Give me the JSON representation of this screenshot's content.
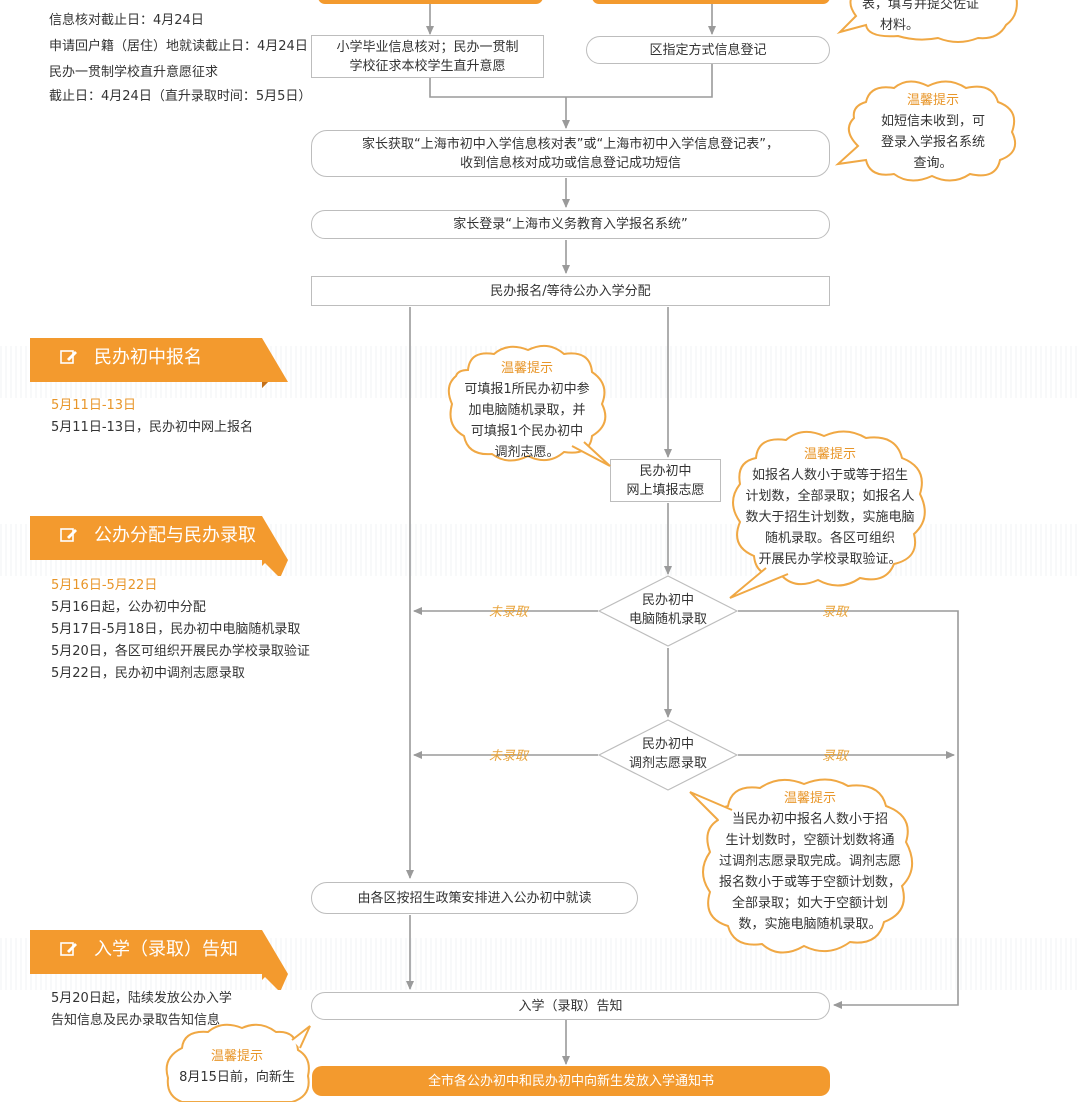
{
  "colors": {
    "accent": "#f39a2e",
    "line": "#9a9a9a",
    "date": "#e8962a"
  },
  "left_top": {
    "lines": [
      "信息核对截止日：4月24日",
      "申请回户籍（居住）地就读截止日：4月24日",
      "民办一贯制学校直升意愿征求",
      "截止日：4月24日（直升录取时间：5月5日）"
    ]
  },
  "sections": [
    {
      "title": "民办初中报名",
      "icon": "edit-icon",
      "date": "5月11日-13日",
      "lines": [
        "5月11日-13日，民办初中网上报名"
      ]
    },
    {
      "title": "公办分配与民办录取",
      "icon": "edit-icon",
      "date": "5月16日-5月22日",
      "lines": [
        "5月16日起，公办初中分配",
        "5月17日-5月18日，民办初中电脑随机录取",
        "5月20日，各区可组织开展民办学校录取验证",
        "5月22日，民办初中调剂志愿录取"
      ]
    },
    {
      "title": "入学（录取）告知",
      "icon": "edit-icon",
      "date": "",
      "lines": [
        "5月20日起，陆续发放公办入学",
        "告知信息及民办录取告知信息"
      ]
    }
  ],
  "flow": {
    "n_info_check": [
      "小学毕业信息核对；民办一贯制",
      "学校征求本校学生直升意愿"
    ],
    "n_district_register": [
      "区指定方式信息登记"
    ],
    "n_parent_get": [
      "家长获取“上海市初中入学信息核对表”或“上海市初中入学信息登记表”，",
      "收到信息核对成功或信息登记成功短信"
    ],
    "n_login": [
      "家长登录“上海市义务教育入学报名系统”"
    ],
    "n_apply": [
      "民办报名/等待公办入学分配"
    ],
    "n_online": [
      "民办初中",
      "网上填报志愿"
    ],
    "n_lottery": [
      "民办初中",
      "电脑随机录取"
    ],
    "n_adjust": [
      "民办初中",
      "调剂志愿录取"
    ],
    "n_public": [
      "由各区按招生政策安排进入公办初中就读"
    ],
    "n_notice": [
      "入学（录取）告知"
    ],
    "edge_not_admitted": "未录取",
    "edge_admitted": "录取"
  },
  "tips": {
    "title": "温馨提示",
    "t_top": [
      "表，填写并提交佐证",
      "材料。"
    ],
    "t_sms": [
      "如短信未收到，可",
      "登录入学报名系统",
      "查询。"
    ],
    "t_apply": [
      "可填报1所民办初中参",
      "加电脑随机录取，并",
      "可填报1个民办初中",
      "调剂志愿。"
    ],
    "t_lottery": [
      "如报名人数小于或等于招生",
      "计划数，全部录取；如报名人",
      "数大于招生计划数，实施电脑",
      "随机录取。各区可组织",
      "开展民办学校录取验证。"
    ],
    "t_adjust": [
      "当民办初中报名人数小于招",
      "生计划数时，空额计划数将通",
      "过调剂志愿录取完成。调剂志愿",
      "报名数小于或等于空额计划数，",
      "全部录取；如大于空额计划",
      "数，实施电脑随机录取。"
    ],
    "t_bottom": [
      "8月15日前，向新生"
    ]
  },
  "bottom_bar": "全市各公办初中和民办初中向新生发放入学通知书"
}
